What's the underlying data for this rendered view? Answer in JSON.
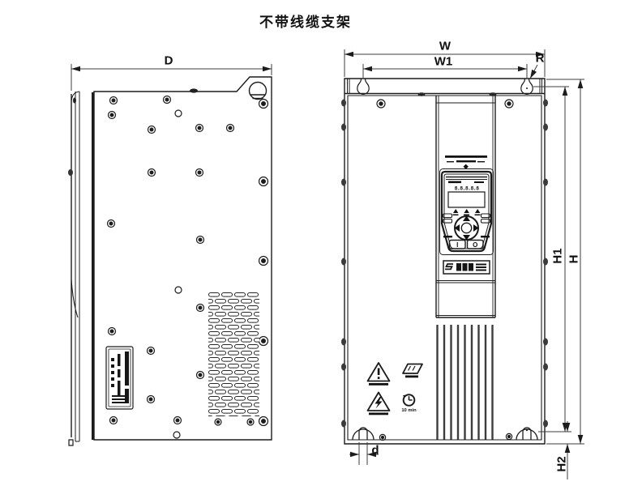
{
  "title": "不带线缆支架",
  "dimensions": {
    "D": "D",
    "W": "W",
    "W1": "W1",
    "R": "R",
    "H": "H",
    "H1": "H1",
    "H2": "H2",
    "d": "d"
  },
  "keypad": {
    "display": "8.8.8.8.8",
    "run": "I",
    "stop": "O"
  },
  "warnings": {
    "wait_time": "10 min"
  },
  "icons": [
    "warning-general-icon",
    "read-manual-icon",
    "electric-hazard-icon",
    "discharge-wait-clock-icon"
  ],
  "colors": {
    "line": "#1c1c1c",
    "dim_line": "#3c3c3c",
    "background": "#ffffff"
  }
}
